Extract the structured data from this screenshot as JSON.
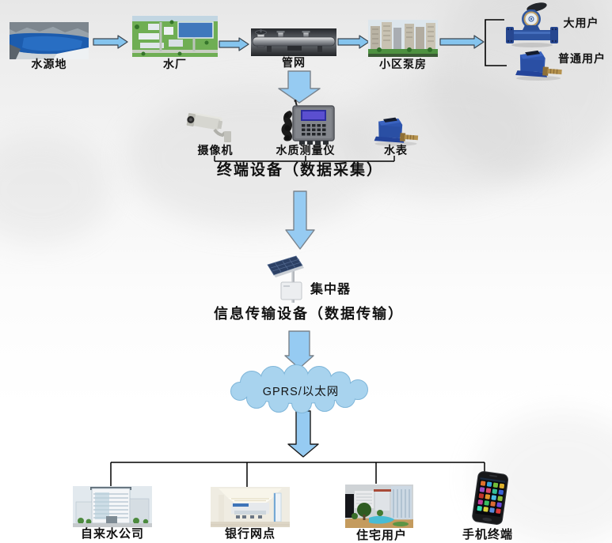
{
  "diagram": {
    "top_flow": {
      "source": "水源地",
      "plant": "水厂",
      "pipes": "管网",
      "pump_house": "小区泵房",
      "big_user": "大用户",
      "normal_user": "普通用户"
    },
    "terminal_layer": {
      "camera": "摄像机",
      "quality_meter": "水质测量仪",
      "water_meter": "水表",
      "caption": "终端设备（数据采集）"
    },
    "transmission_layer": {
      "concentrator": "集中器",
      "caption": "信息传输设备（数据传输）",
      "network": "GPRS/以太网"
    },
    "consumer_layer": {
      "water_company": "自来水公司",
      "bank": "银行网点",
      "resident": "住宅用户",
      "mobile": "手机终端"
    }
  },
  "colors": {
    "arrow_fill": "#85c4ee",
    "arrow_big_fill": "#96cbf2",
    "cloud_fill": "#a8d3ee",
    "cloud_border": "#7fb6d9",
    "label_color": "#111111"
  }
}
